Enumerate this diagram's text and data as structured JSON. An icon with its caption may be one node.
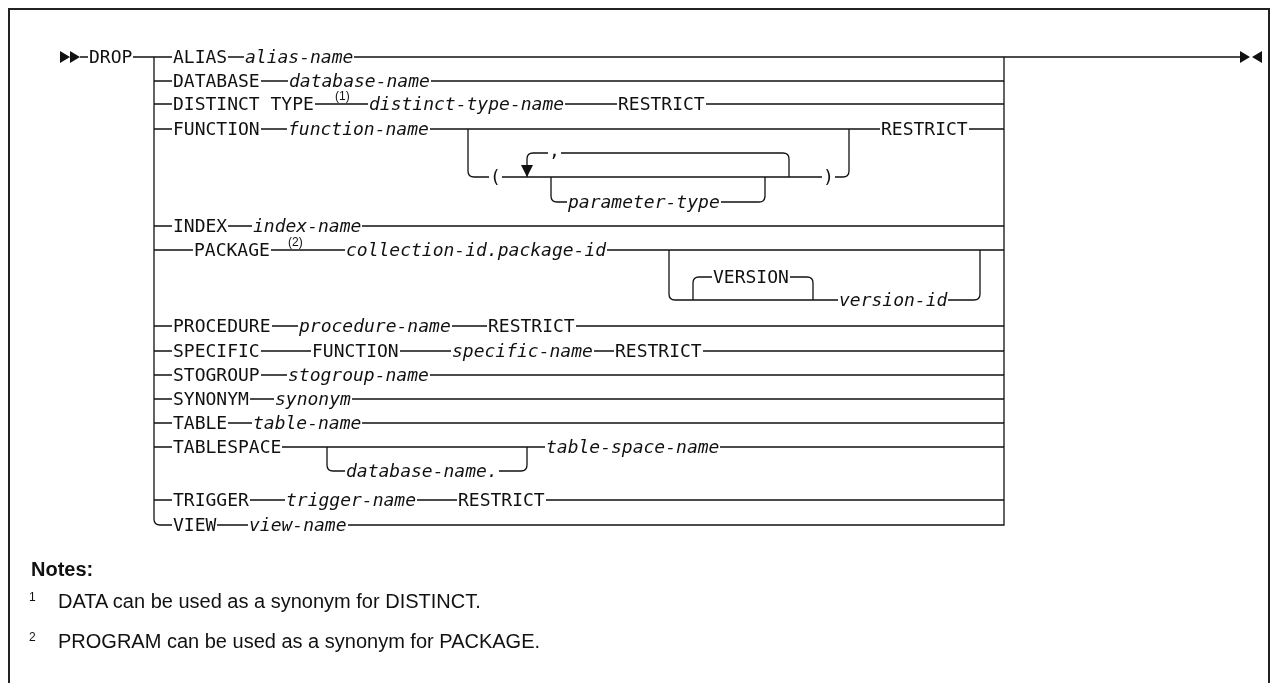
{
  "diagram": {
    "labels": [
      "DROP",
      "ALIAS",
      "alias-name",
      "DATABASE",
      "database-name",
      "DISTINCT TYPE",
      "(1)",
      "distinct-type-name",
      "RESTRICT",
      "FUNCTION",
      "function-name",
      "RESTRICT",
      ",",
      "(",
      ")",
      "parameter-type",
      "INDEX",
      "index-name",
      "PACKAGE",
      "(2)",
      "collection-id.package-id",
      "VERSION",
      "version-id",
      "PROCEDURE",
      "procedure-name",
      "RESTRICT",
      "SPECIFIC",
      "FUNCTION",
      "specific-name",
      "RESTRICT",
      "STOGROUP",
      "stogroup-name",
      "SYNONYM",
      "synonym",
      "TABLE",
      "table-name",
      "TABLESPACE",
      "table-space-name",
      "database-name.",
      "TRIGGER",
      "trigger-name",
      "RESTRICT",
      "VIEW",
      "view-name",
      "Notes:",
      "1",
      "DATA can be used as a synonym for DISTINCT.",
      "2",
      "PROGRAM can be used as a synonym for PACKAGE."
    ]
  }
}
